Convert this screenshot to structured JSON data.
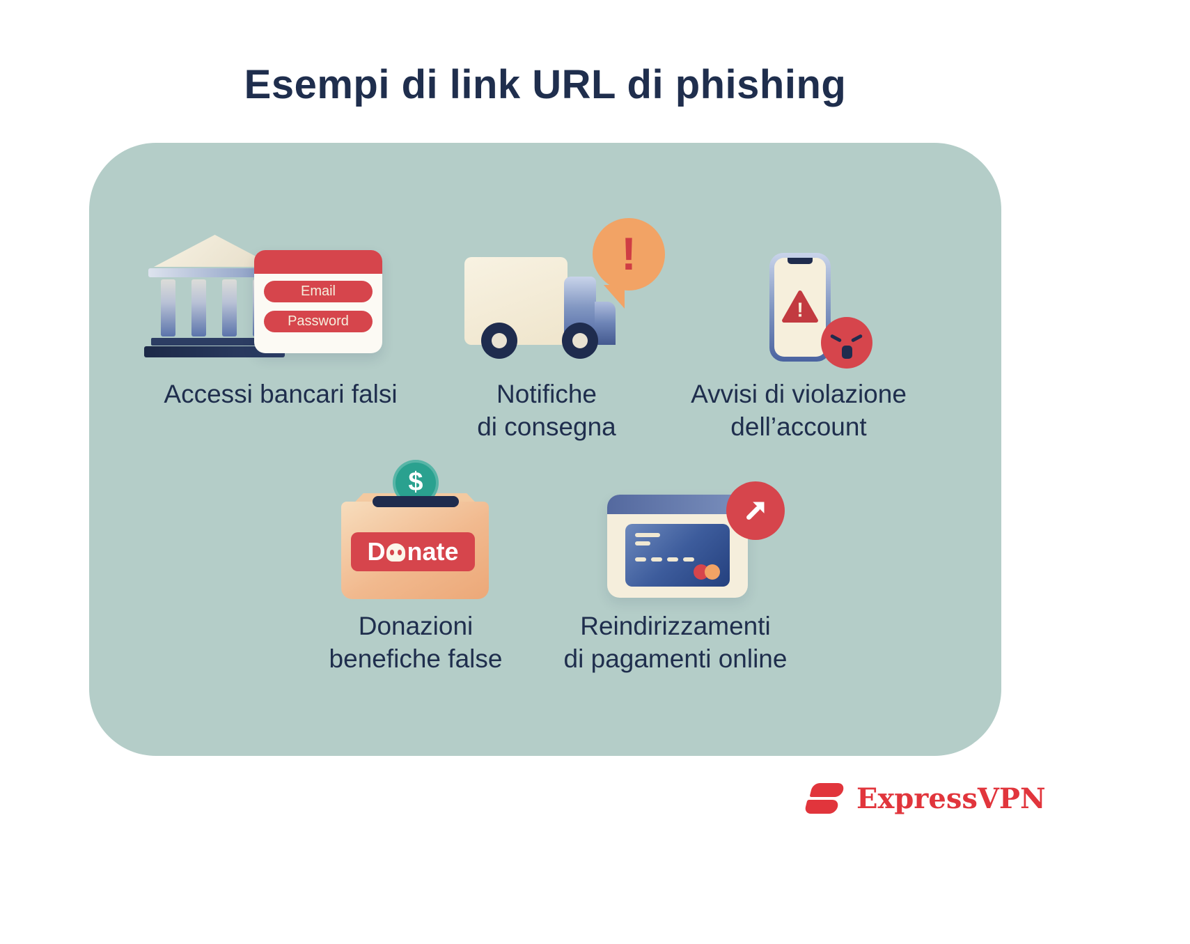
{
  "title": "Esempi di link URL di phishing",
  "items": [
    "Accessi bancari falsi",
    "Notifiche\ndi consegna",
    "Avvisi di violazione\ndell’account",
    "Donazioni\nbenefiche false",
    "Reindirizzamenti\ndi pagamenti online"
  ],
  "bank_login": {
    "email_label": "Email",
    "password_label": "Password"
  },
  "delivery": {
    "alert_symbol": "!"
  },
  "account_alert": {
    "warning_symbol": "!"
  },
  "donation": {
    "coin_symbol": "$",
    "donate_label_start": "D",
    "donate_label_end": "nate"
  },
  "brand": {
    "name": "ExpressVPN"
  },
  "colors": {
    "background": "#ffffff",
    "panel": "#b4cdc8",
    "text_navy": "#1f2e4d",
    "accent_red": "#d6454c",
    "brand_red": "#e1353c",
    "alert_orange": "#f2a365",
    "coin_teal": "#2aa18f",
    "cream": "#f5eedc"
  }
}
